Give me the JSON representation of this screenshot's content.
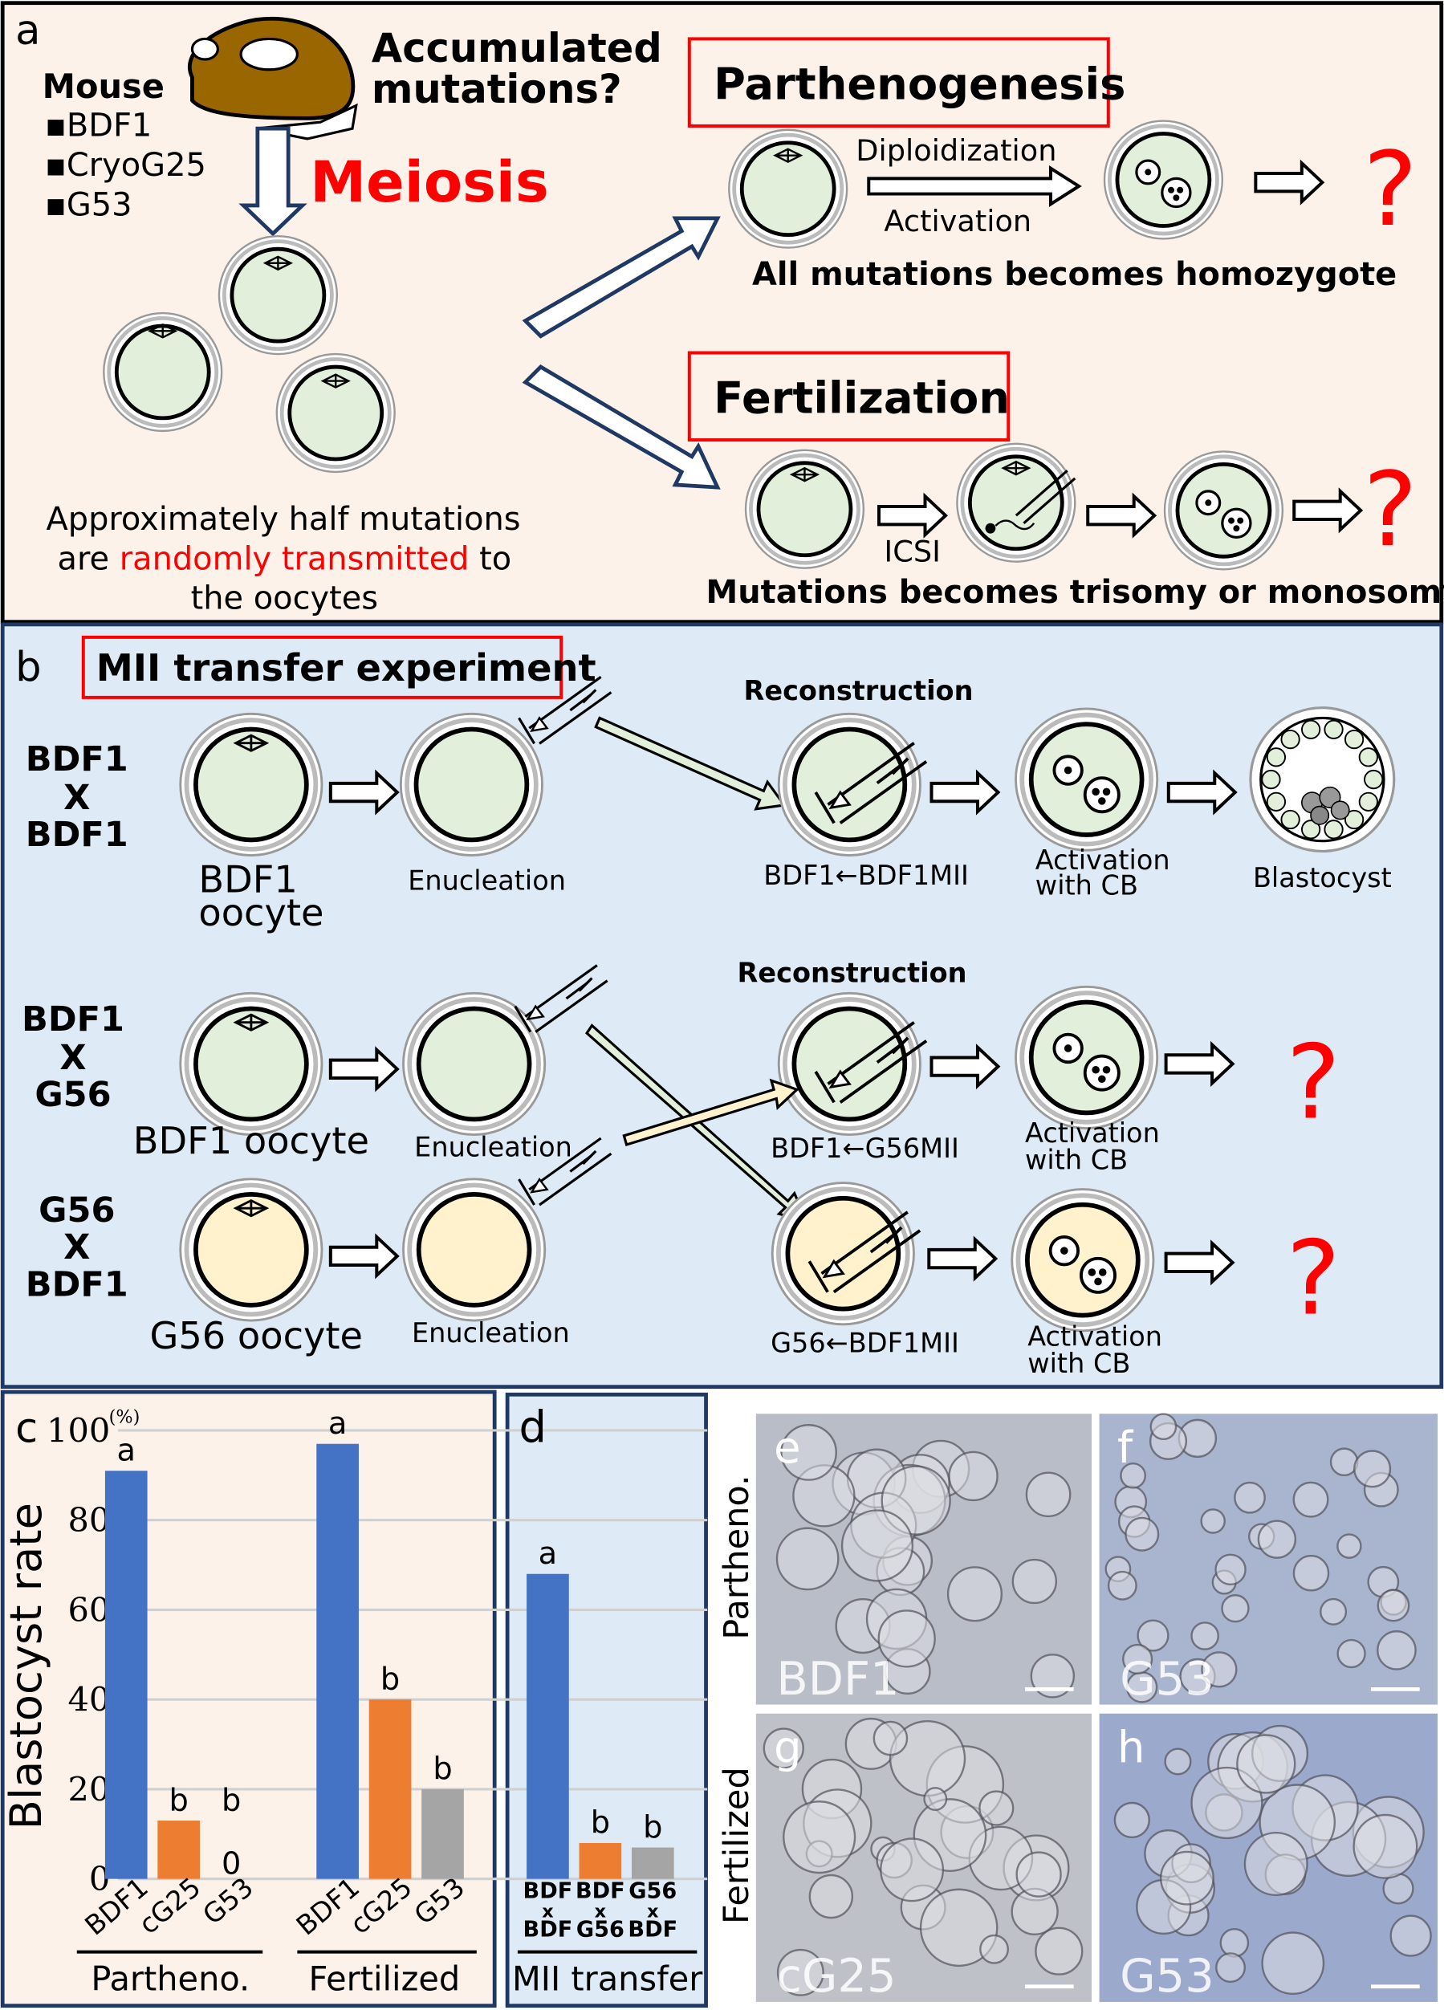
{
  "panel_a": {
    "letter": "a",
    "accumulated": [
      "Accumulated",
      "mutations?"
    ],
    "mouse_heading": "Mouse",
    "strains": [
      "▪BDF1",
      "▪CryoG25",
      "▪G53"
    ],
    "meiosis": "Meiosis",
    "note_line1": "Approximately half mutations",
    "note_line2_pre": "are ",
    "note_line2_red": "randomly transmitted",
    "note_line2_post": " to",
    "note_line3": "the oocytes",
    "parthenogenesis": "Parthenogenesis",
    "diploidization": "Diploidization",
    "activation": "Activation",
    "homozygote": "All mutations becomes homozygote",
    "fertilization": "Fertilization",
    "icsi": "ICSI",
    "trisomy": "Mutations becomes trisomy or monosomy",
    "question": "?"
  },
  "panel_b": {
    "letter": "b",
    "title": "MII transfer experiment",
    "reconstruction": "Reconstruction",
    "enucleation": "Enucleation",
    "activation_1": "Activation",
    "activation_2": "with CB",
    "blastocyst": "Blastocyst",
    "question": "?",
    "rows": [
      {
        "cross": [
          "BDF1",
          "X",
          "BDF1"
        ],
        "oocyte_1": "BDF1",
        "oocyte_2": "oocyte",
        "recon": "BDF1←BDF1MII"
      },
      {
        "cross": [
          "BDF1",
          "X",
          "G56"
        ],
        "oocyte": "BDF1 oocyte",
        "recon": "BDF1←G56MII"
      },
      {
        "cross": [
          "G56",
          "X",
          "BDF1"
        ],
        "oocyte": "G56 oocyte",
        "recon": "G56←BDF1MII"
      }
    ]
  },
  "colors": {
    "blue": "#4472c4",
    "orange": "#ed7d31",
    "gray": "#a5a5a5",
    "red": "#ff0000",
    "oocyte_green": "#e2efda",
    "oocyte_yellow": "#fff2cc"
  },
  "chart_data": {
    "type": "bar",
    "ylabel": "Blastocyst rate",
    "yunit": "(%)",
    "ylim": [
      0,
      100
    ],
    "yticks": [
      "0",
      "20",
      "40",
      "60",
      "80",
      "100"
    ],
    "grid": true,
    "panels": [
      {
        "letter": "c",
        "groups": [
          {
            "name": "Partheno.",
            "categories": [
              "BDF1",
              "cG25",
              "G53"
            ],
            "values": [
              91,
              13,
              0
            ],
            "letters": [
              "a",
              "b",
              "b"
            ],
            "value_labels": [
              "",
              "",
              "0"
            ]
          },
          {
            "name": "Fertilized",
            "categories": [
              "BDF1",
              "cG25",
              "G53"
            ],
            "values": [
              97,
              40,
              20
            ],
            "letters": [
              "a",
              "b",
              "b"
            ]
          }
        ]
      },
      {
        "letter": "d",
        "groups": [
          {
            "name": "MII transfer",
            "categories": [
              [
                "BDF",
                "x",
                "BDF"
              ],
              [
                "BDF",
                "x",
                "G56"
              ],
              [
                "G56",
                "x",
                "BDF"
              ]
            ],
            "values": [
              68,
              8,
              7
            ],
            "letters": [
              "a",
              "b",
              "b"
            ]
          }
        ]
      }
    ]
  },
  "photos": {
    "row_labels": [
      "Partheno.",
      "Fertilized"
    ],
    "panels": [
      {
        "letter": "e",
        "label": "BDF1"
      },
      {
        "letter": "f",
        "label": "G53"
      },
      {
        "letter": "g",
        "label": "cG25"
      },
      {
        "letter": "h",
        "label": "G53"
      }
    ]
  }
}
